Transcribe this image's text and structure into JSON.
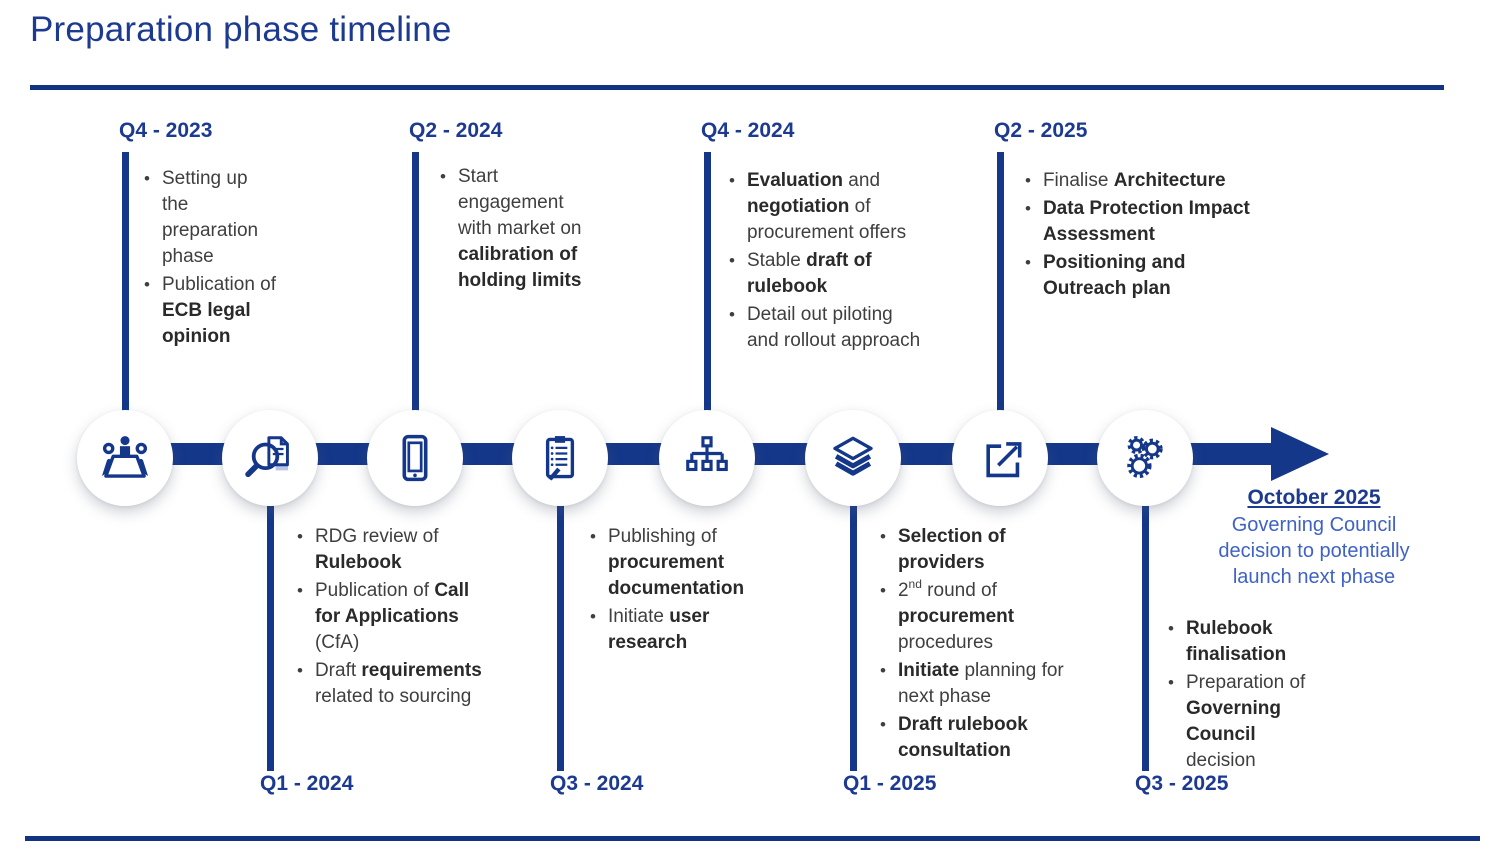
{
  "title": "Preparation phase timeline",
  "colors": {
    "accent": "#14378a",
    "label_blue": "#1d3a91",
    "light_blue": "#3f62c4",
    "body_text": "#3f3f3f",
    "doc_shade": "#b9c4e6"
  },
  "timeline": {
    "milestones": [
      {
        "id": "q4-2023",
        "label": "Q4 - 2023",
        "position": "top",
        "icon": "meeting-icon",
        "bullets": [
          [
            {
              "t": "Setting up the preparation phase"
            }
          ],
          [
            {
              "t": "Publication of "
            },
            {
              "t": "ECB legal opinion",
              "b": true
            }
          ]
        ]
      },
      {
        "id": "q1-2024",
        "label": "Q1 - 2024",
        "position": "bottom",
        "icon": "document-search-icon",
        "bullets": [
          [
            {
              "t": "RDG review of "
            },
            {
              "t": "Rulebook",
              "b": true
            }
          ],
          [
            {
              "t": "Publication of "
            },
            {
              "t": "Call for Applications",
              "b": true
            },
            {
              "t": " (CfA)"
            }
          ],
          [
            {
              "t": "Draft "
            },
            {
              "t": "requirements",
              "b": true
            },
            {
              "t": " related to sourcing"
            }
          ]
        ]
      },
      {
        "id": "q2-2024",
        "label": "Q2 - 2024",
        "position": "top",
        "icon": "smartphone-icon",
        "bullets": [
          [
            {
              "t": "Start engagement with market on "
            },
            {
              "t": "calibration of holding limits",
              "b": true
            }
          ]
        ]
      },
      {
        "id": "q3-2024",
        "label": "Q3 - 2024",
        "position": "bottom",
        "icon": "clipboard-icon",
        "bullets": [
          [
            {
              "t": "Publishing of "
            },
            {
              "t": "procurement documentation",
              "b": true
            }
          ],
          [
            {
              "t": "Initiate "
            },
            {
              "t": "user research",
              "b": true
            }
          ]
        ]
      },
      {
        "id": "q4-2024",
        "label": "Q4 - 2024",
        "position": "top",
        "icon": "hierarchy-icon",
        "bullets": [
          [
            {
              "t": "Evaluation",
              "b": true
            },
            {
              "t": " and "
            },
            {
              "t": "negotiation",
              "b": true
            },
            {
              "t": " of procurement offers"
            }
          ],
          [
            {
              "t": "Stable "
            },
            {
              "t": "draft of rulebook",
              "b": true
            }
          ],
          [
            {
              "t": "Detail out piloting and rollout approach"
            }
          ]
        ]
      },
      {
        "id": "q1-2025",
        "label": "Q1 - 2025",
        "position": "bottom",
        "icon": "layers-icon",
        "bullets": [
          [
            {
              "t": "Selection of providers",
              "b": true
            }
          ],
          [
            {
              "t": "2"
            },
            {
              "t": "nd",
              "sup": true
            },
            {
              "t": " round of "
            },
            {
              "t": "procurement",
              "b": true
            },
            {
              "t": " procedures"
            }
          ],
          [
            {
              "t": "Initiate",
              "b": true
            },
            {
              "t": " planning for next phase"
            }
          ],
          [
            {
              "t": "Draft rulebook consultation",
              "b": true
            }
          ]
        ]
      },
      {
        "id": "q2-2025",
        "label": "Q2 - 2025",
        "position": "top",
        "icon": "external-link-icon",
        "bullets": [
          [
            {
              "t": "Finalise "
            },
            {
              "t": "Architecture",
              "b": true
            }
          ],
          [
            {
              "t": "Data Protection Impact Assessment",
              "b": true
            }
          ],
          [
            {
              "t": "Positioning and Outreach plan",
              "b": true
            }
          ]
        ]
      },
      {
        "id": "q3-2025",
        "label": "Q3 - 2025",
        "position": "bottom",
        "icon": "gears-icon",
        "bullets": [
          [
            {
              "t": "Rulebook finalisation",
              "b": true
            }
          ],
          [
            {
              "t": "Preparation of "
            },
            {
              "t": "Governing Council",
              "b": true
            },
            {
              "t": " decision"
            }
          ]
        ]
      }
    ],
    "endnote": {
      "date": "October 2025",
      "lines": [
        "Governing Council",
        "decision to potentially",
        "launch next phase"
      ]
    }
  }
}
